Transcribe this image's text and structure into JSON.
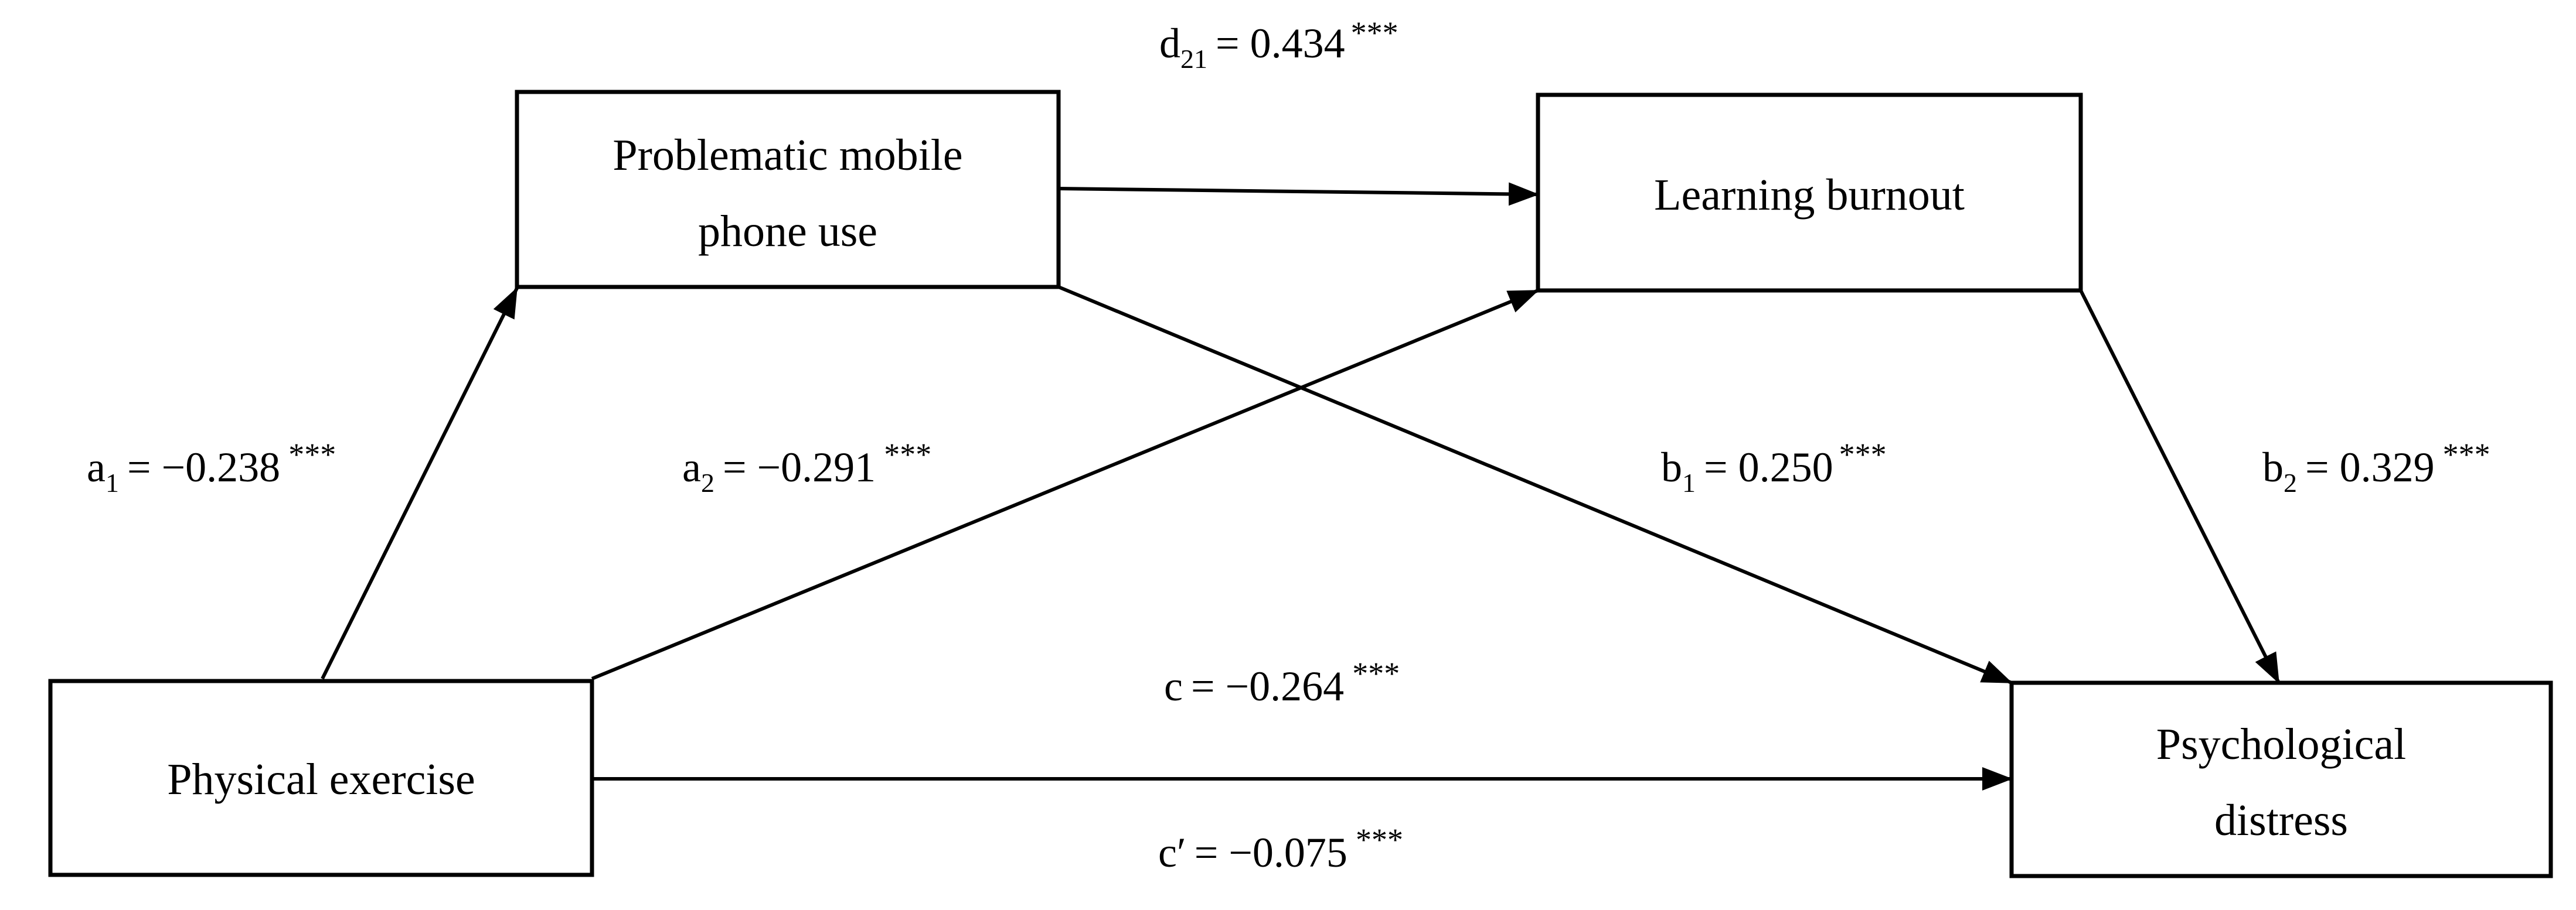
{
  "nodes": {
    "physical_exercise": {
      "lines": [
        "Physical exercise"
      ]
    },
    "problematic_mobile_phone_use": {
      "lines": [
        "Problematic mobile",
        "phone use"
      ]
    },
    "learning_burnout": {
      "lines": [
        "Learning burnout"
      ]
    },
    "psychological_distress": {
      "lines": [
        "Psychological",
        "distress"
      ]
    }
  },
  "paths": {
    "a1": {
      "symbol": "a",
      "subscript": "1",
      "value": "= −0.238",
      "sig": "***"
    },
    "a2": {
      "symbol": "a",
      "subscript": "2",
      "value": "= −0.291",
      "sig": "***"
    },
    "d21": {
      "symbol": "d",
      "subscript": "21",
      "value": "= 0.434",
      "sig": "***"
    },
    "b1": {
      "symbol": "b",
      "subscript": "1",
      "value": "= 0.250",
      "sig": "***"
    },
    "b2": {
      "symbol": "b",
      "subscript": "2",
      "value": "= 0.329",
      "sig": "***"
    },
    "c": {
      "symbol": "c",
      "subscript": "",
      "value": "= −0.264",
      "sig": "***"
    },
    "c_prime": {
      "symbol": "c′",
      "subscript": "",
      "value": "= −0.075",
      "sig": "***"
    }
  },
  "colors": {
    "stroke": "#000000",
    "background": "#ffffff",
    "text": "#000000"
  }
}
